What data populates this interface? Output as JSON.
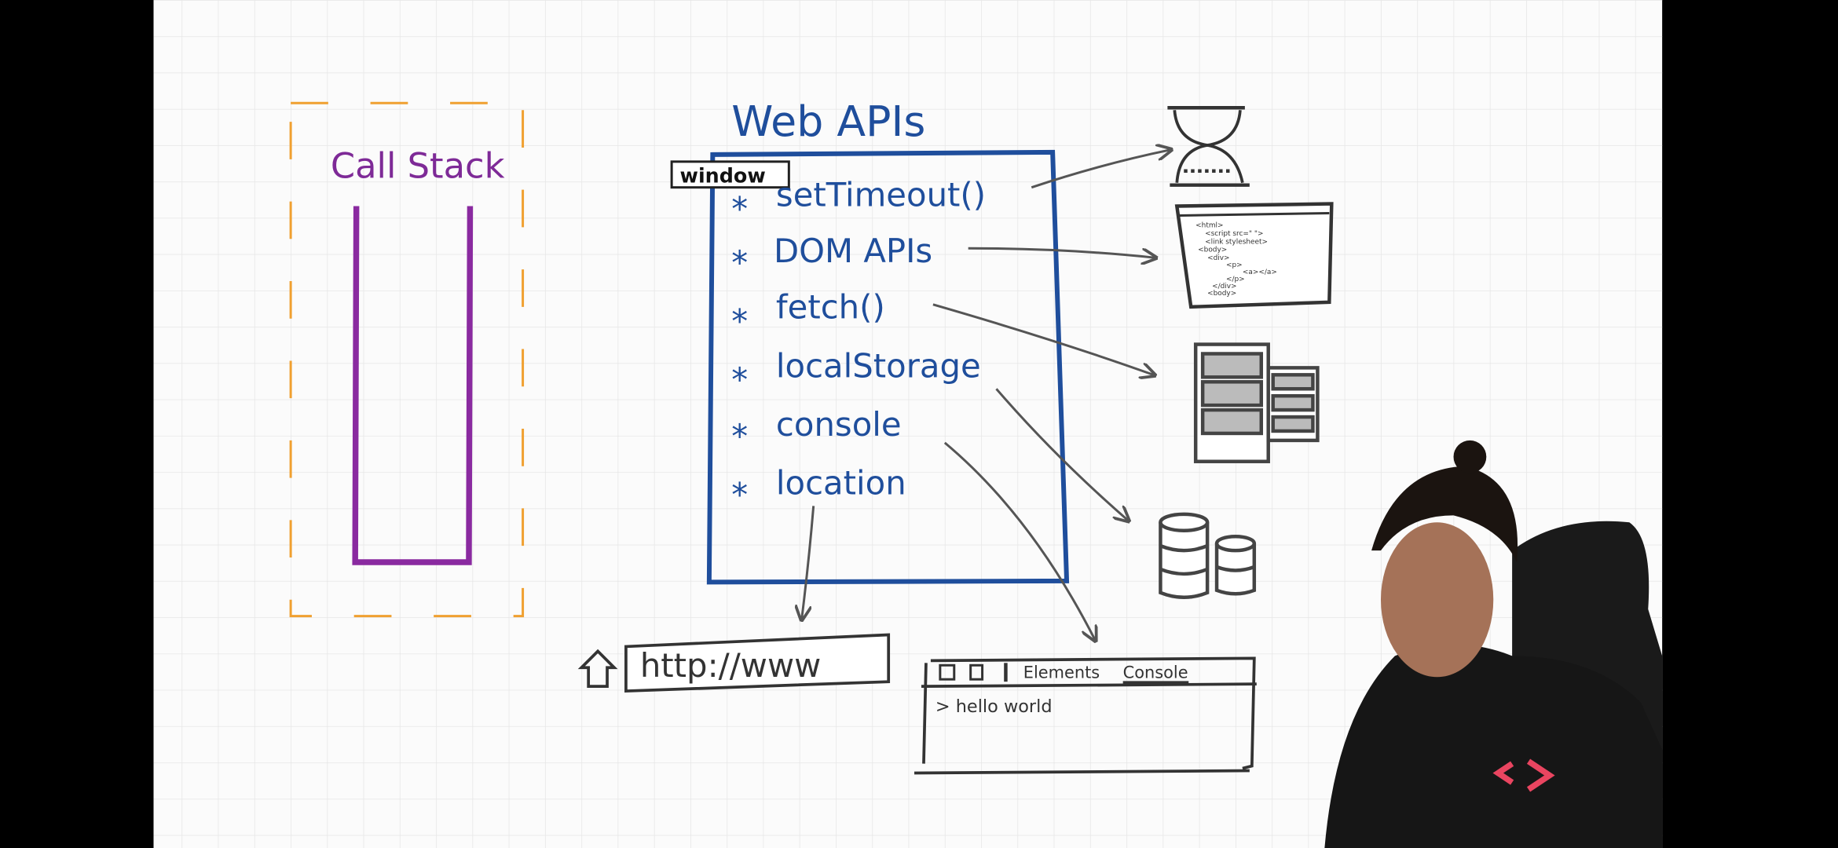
{
  "colors": {
    "call_stack": "#8a2aa0",
    "web_apis": "#1f4e9c",
    "dashed_border": "#f0a030",
    "arrow": "#555555",
    "grid": "#e6e6e6"
  },
  "call_stack": {
    "title": "Call Stack"
  },
  "web_apis": {
    "title": "Web APIs",
    "window_label": "window",
    "items": [
      {
        "label": "setTimeout()",
        "icon": "hourglass-icon"
      },
      {
        "label": "DOM APIs",
        "icon": "html-document-icon"
      },
      {
        "label": "fetch()",
        "icon": "server-icon"
      },
      {
        "label": "localStorage",
        "icon": "database-icon"
      },
      {
        "label": "console",
        "icon": "devtools-icon"
      },
      {
        "label": "location",
        "icon": "address-bar-icon"
      }
    ]
  },
  "html_doc": {
    "lines": [
      "<html>",
      "<script src=\"  \">",
      "<link stylesheet>",
      "<body>",
      "<div>",
      "<p>",
      "<a></a>",
      "</p>",
      "</div>",
      "<body>"
    ]
  },
  "address_bar": {
    "url": "http://www"
  },
  "devtools": {
    "tabs": [
      "Elements",
      "Console"
    ],
    "active_tab": "Console",
    "output": "> hello world"
  }
}
